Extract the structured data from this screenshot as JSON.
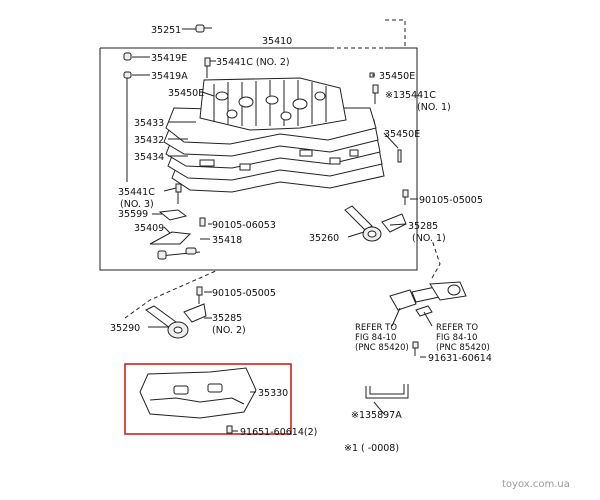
{
  "colors": {
    "highlight": "#d21f1f",
    "line": "#222222",
    "watermark": "#9a9a9a"
  },
  "labels": {
    "p35251": "35251",
    "p35410": "35410",
    "p35419e": "35419E",
    "p35441c_no2": "35441C (NO. 2)",
    "p35419a": "35419A",
    "p35450e_a": "35450E",
    "p35450e_b": "35450E",
    "p135441c": "※135441C",
    "no1_a": "(NO. 1)",
    "p35433": "35433",
    "p35450e_c": "35450E",
    "p35432": "35432",
    "p35434": "35434",
    "p35441c_no3_a": "35441C",
    "p35441c_no3_b": "(NO. 3)",
    "p90105_05005_a": "90105-05005",
    "p35599": "35599",
    "p35285_no1": "35285",
    "no1_b": "(NO. 1)",
    "p90105_06053": "90105-06053",
    "p35409": "35409",
    "p35260": "35260",
    "p35418": "35418",
    "p90105_05005_b": "90105-05005",
    "p35285_no2": "35285",
    "no2": "(NO. 2)",
    "p35290": "35290",
    "refer1_a": "REFER TO",
    "refer1_b": "FIG 84-10",
    "refer1_c": "(PNC 85420)",
    "refer2_a": "REFER TO",
    "refer2_b": "FIG 84-10",
    "refer2_c": "(PNC 85420)",
    "p91631_60614": "91631-60614",
    "p35330": "35330",
    "p135897a": "※135897A",
    "p91651_60614": "91651-60614(2)",
    "footnote": "※1  (       -0008)",
    "watermark": "toyox.com.ua"
  }
}
